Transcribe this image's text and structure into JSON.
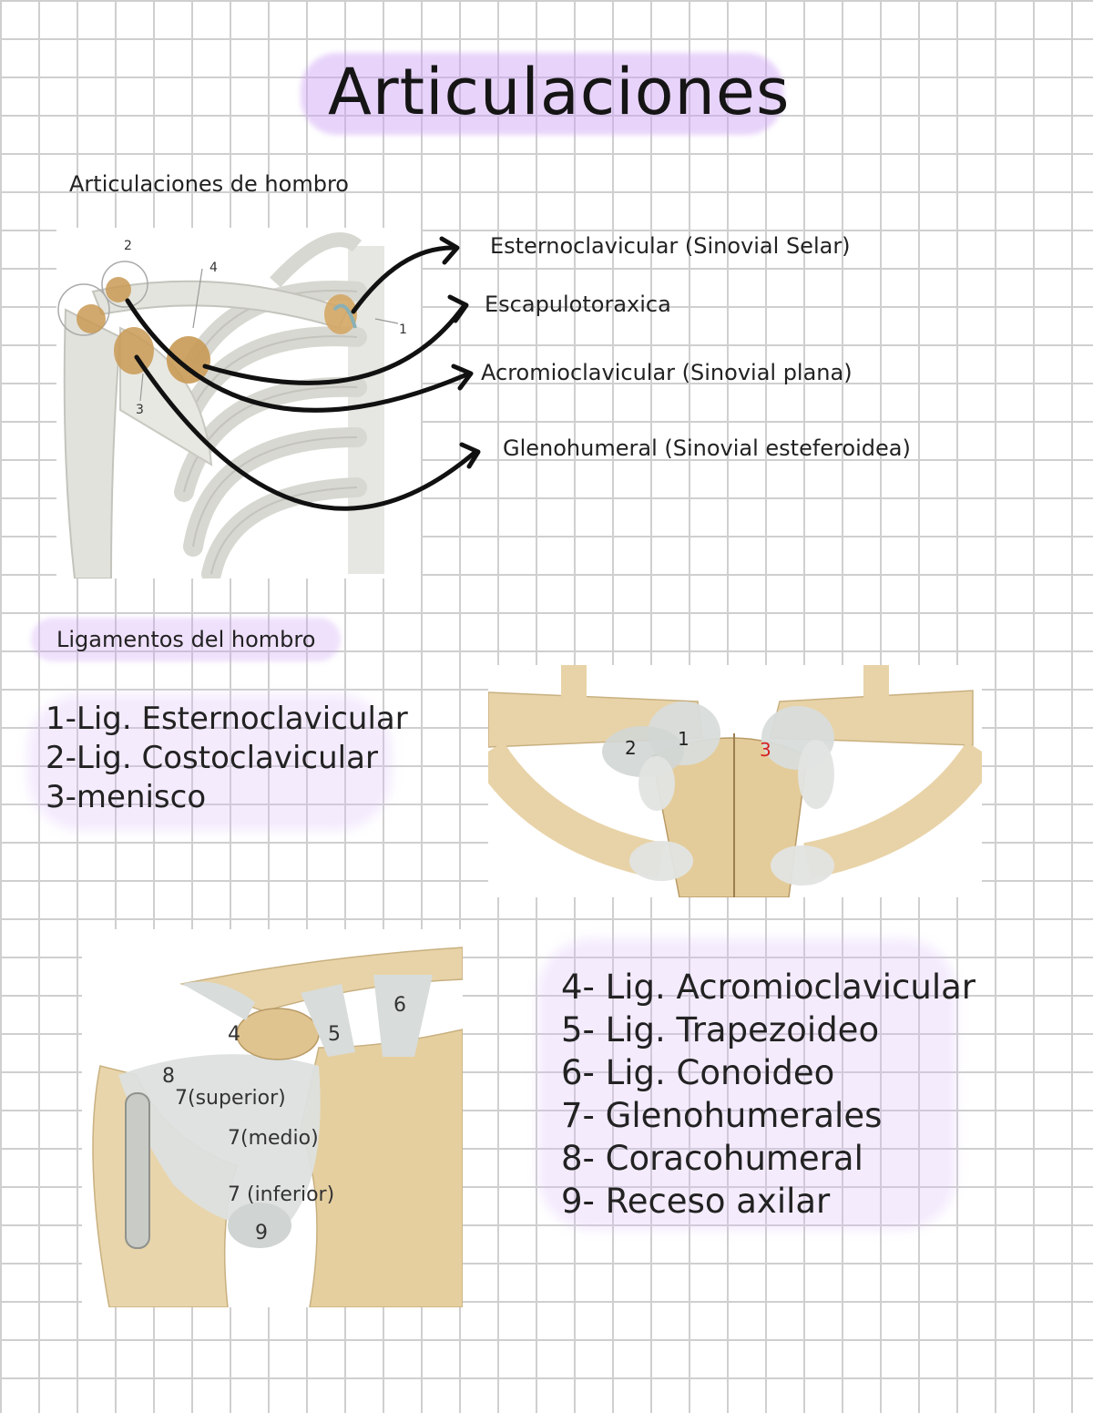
{
  "title": "Articulaciones",
  "section_joints": {
    "heading": "Articulaciones de hombro",
    "figure_numbers": [
      "2",
      "4",
      "1",
      "3"
    ],
    "joints": [
      "Esternoclavicular (Sinovial Selar)",
      "Escapulotoraxica",
      "Acromioclavicular (Sinovial plana)",
      "Glenohumeral (Sinovial esteferoidea)"
    ]
  },
  "section_ligaments": {
    "heading": "Ligamentos del hombro",
    "list_a": [
      "1-Lig. Esternoclavicular",
      "2-Lig. Costoclavicular",
      "3-menisco"
    ],
    "sterno_figure_labels": [
      "2",
      "1",
      "3"
    ],
    "shoulder_figure_labels": [
      "6",
      "4",
      "5",
      "8",
      "7(superior)",
      "7(medio)",
      "7 (inferior)",
      "9"
    ],
    "list_b": [
      "4- Lig. Acromioclavicular",
      "5- Lig. Trapezoideo",
      "6- Lig. Conoideo",
      "7- Glenohumerales",
      "8- Coracohumeral",
      "9- Receso axilar"
    ]
  },
  "colors": {
    "highlight": "#cda0f5",
    "grid": "#cfcfcf",
    "bone": "#e8d3a8",
    "cartilage": "#d9d9d9",
    "joint_marker": "#c99a55",
    "marker_red": "#d62020"
  }
}
